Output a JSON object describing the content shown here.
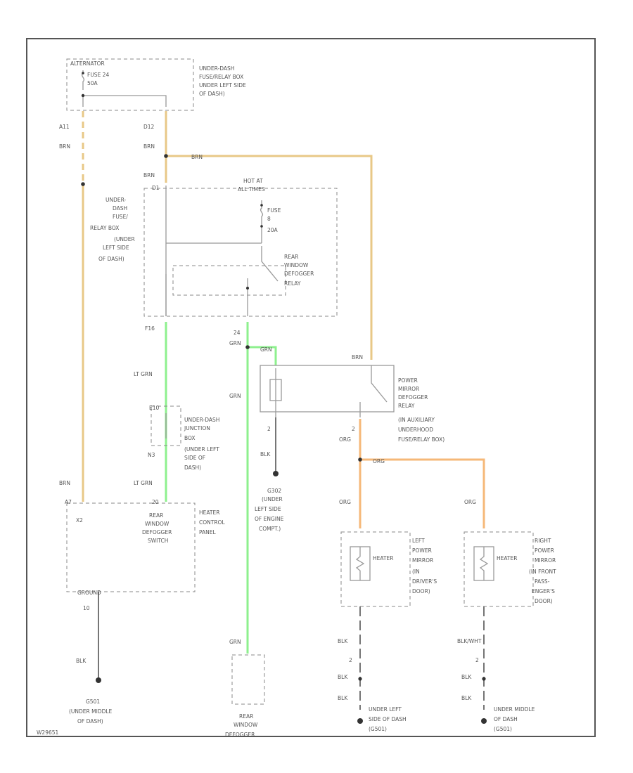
{
  "labels": {
    "alternator": "ALTERNATOR",
    "fuse24": "FUSE 24",
    "fuse24_amp": "50A",
    "uf_box1": "UNDER-DASH",
    "uf_box2": "FUSE/RELAY BOX",
    "uf_box3": "UNDER LEFT SIDE",
    "uf_box4": "OF DASH)",
    "c_a": "A11",
    "c_a_col": "BRN",
    "c_b": "D12",
    "c_b_col": "BRN",
    "brn_top": "BRN",
    "brn_mid": "BRN",
    "c_d1": "D1",
    "hot1": "HOT AT",
    "hot2": "ALL TIMES",
    "fuse": "FUSE",
    "fuse_no": "8",
    "fuse_amp": "20A",
    "ud1": "UNDER-",
    "ud2": "DASH",
    "ud3": "FUSE/",
    "ud4": "RELAY BOX",
    "ud5": "(UNDER",
    "ud6": "LEFT SIDE",
    "ud7": "OF DASH)",
    "rw1": "REAR",
    "rw2": "WINDOW",
    "rw3": "DEFOGGER",
    "rw4": "RELAY",
    "f16": "F16",
    "c24": "24",
    "grn1": "GRN",
    "grn2": "GRN",
    "grn3": "GRN",
    "grn4": "GRN",
    "ltgrn1": "LT GRN",
    "ltgrn2": "LT GRN",
    "c_brn_pm": "BRN",
    "pm1": "POWER",
    "pm2": "MIRROR",
    "pm3": "DEFOGGER",
    "pm4": "RELAY",
    "pm5": "(IN AUXILIARY",
    "pm6": "UNDERHOOD",
    "pm7": "FUSE/RELAY BOX)",
    "jb_a": "E10",
    "jb1": "UNDER-DASH",
    "jb2": "JUNCTION",
    "jb3": "BOX",
    "jb4": "(UNDER LEFT",
    "jb5": "SIDE OF",
    "jb6": "DASH)",
    "jb_b": "N3",
    "c2a": "2",
    "blk1": "BLK",
    "c2b": "2",
    "org1": "ORG",
    "org2": "ORG",
    "org3": "ORG",
    "org4": "ORG",
    "g302_1": "G302",
    "g302_2": "(UNDER",
    "g302_3": "LEFT SIDE",
    "g302_4": "OF ENGINE",
    "g302_5": "COMPT.)",
    "brn_low": "BRN",
    "c_x1": "A7",
    "c_x2": "20",
    "x2": "X2",
    "sw1": "REAR",
    "sw2": "WINDOW",
    "sw3": "DEFOGGER",
    "sw4": "SWITCH",
    "hc1": "HEATER",
    "hc2": "CONTROL",
    "hc3": "PANEL",
    "heater1": "HEATER",
    "lpm1": "LEFT",
    "lpm2": "POWER",
    "lpm3": "MIRROR",
    "lpm4": "(IN",
    "lpm5": "DRIVER'S",
    "lpm6": "DOOR)",
    "heater2": "HEATER",
    "rpm1": "RIGHT",
    "rpm2": "POWER",
    "rpm3": "MIRROR",
    "rpm4": "(IN FRONT",
    "rpm5": "PASS-",
    "rpm6": "ENGER'S",
    "rpm7": "DOOR)",
    "ground": "GROUND",
    "c10": "10",
    "blk2": "BLK",
    "blk3": "BLK",
    "c2c": "2",
    "blk4": "BLK",
    "blk5": "BLK",
    "blkwht": "BLK/WHT",
    "c2d": "2",
    "blk6": "BLK",
    "blk7": "BLK",
    "g501_1": "G501",
    "g501_2": "(UNDER MIDDLE",
    "g501_3": "OF DASH)",
    "rd1": "REAR",
    "rd2": "WINDOW",
    "rd3": "DEFOGGER",
    "ul1": "UNDER LEFT",
    "ul2": "SIDE OF DASH",
    "ul3": "(G501)",
    "um1": "UNDER MIDDLE",
    "um2": "OF DASH",
    "um3": "(G501)",
    "code": "W29651"
  },
  "colors": {
    "brn_wire": "#e8c887",
    "grn_wire": "#8ef08e",
    "org_wire": "#f6b878"
  }
}
